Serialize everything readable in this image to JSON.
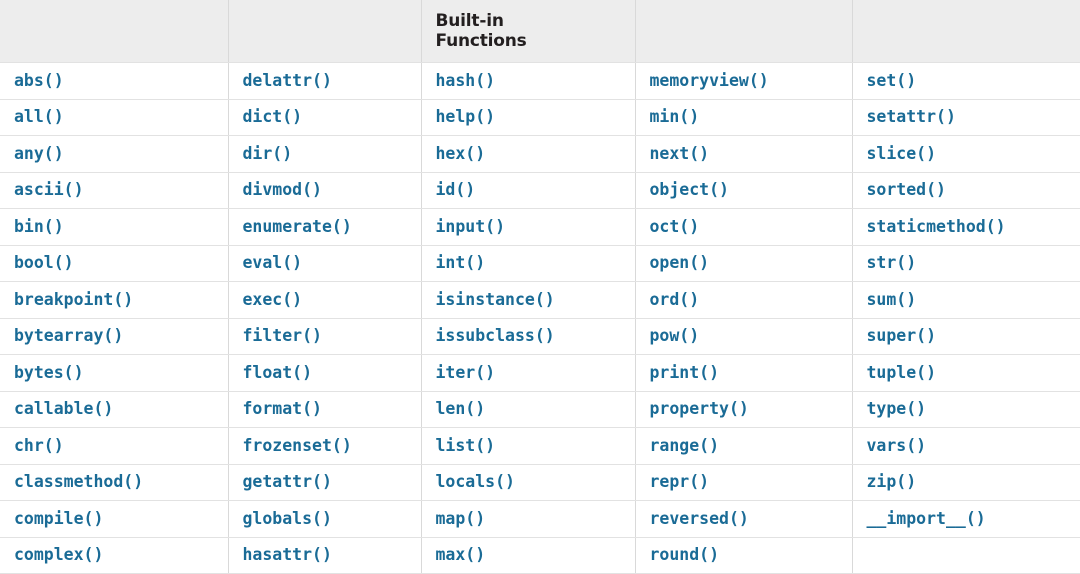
{
  "table": {
    "title_lines": [
      "Built-in",
      "Functions"
    ],
    "title_text": "Built-in Functions",
    "title_column_index": 2,
    "accent_color": "#1a6b96",
    "header_background": "#ededed",
    "header_text_color": "#231f20",
    "border_color": "#d9d9d9",
    "column_count": 5,
    "row_count": 14,
    "headers": [
      "",
      "",
      "Built-in Functions",
      "",
      ""
    ],
    "rows": [
      [
        "abs()",
        "delattr()",
        "hash()",
        "memoryview()",
        "set()"
      ],
      [
        "all()",
        "dict()",
        "help()",
        "min()",
        "setattr()"
      ],
      [
        "any()",
        "dir()",
        "hex()",
        "next()",
        "slice()"
      ],
      [
        "ascii()",
        "divmod()",
        "id()",
        "object()",
        "sorted()"
      ],
      [
        "bin()",
        "enumerate()",
        "input()",
        "oct()",
        "staticmethod()"
      ],
      [
        "bool()",
        "eval()",
        "int()",
        "open()",
        "str()"
      ],
      [
        "breakpoint()",
        "exec()",
        "isinstance()",
        "ord()",
        "sum()"
      ],
      [
        "bytearray()",
        "filter()",
        "issubclass()",
        "pow()",
        "super()"
      ],
      [
        "bytes()",
        "float()",
        "iter()",
        "print()",
        "tuple()"
      ],
      [
        "callable()",
        "format()",
        "len()",
        "property()",
        "type()"
      ],
      [
        "chr()",
        "frozenset()",
        "list()",
        "range()",
        "vars()"
      ],
      [
        "classmethod()",
        "getattr()",
        "locals()",
        "repr()",
        "zip()"
      ],
      [
        "compile()",
        "globals()",
        "map()",
        "reversed()",
        "__import__()"
      ],
      [
        "complex()",
        "hasattr()",
        "max()",
        "round()",
        ""
      ]
    ]
  }
}
